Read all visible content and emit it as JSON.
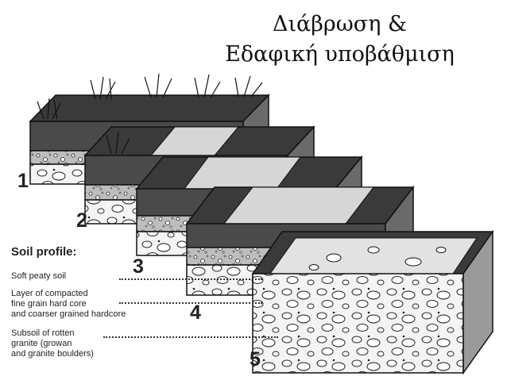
{
  "title": {
    "line1": "Διάβρωση &",
    "line2": "Εδαφική υποβάθμιση"
  },
  "steps": [
    "1",
    "2",
    "3",
    "4",
    "5"
  ],
  "legend": {
    "heading": "Soil profile:",
    "items": [
      {
        "line1": "Soft peaty soil",
        "line2": "",
        "line3": ""
      },
      {
        "line1": "Layer of compacted",
        "line2": "fine grain hard core",
        "line3": "and coarser grained hardcore"
      },
      {
        "line1": "Subsoil of rotten",
        "line2": "granite (growan",
        "line3": "and granite boulders)"
      }
    ]
  },
  "colors": {
    "peat": "#4a4a4a",
    "peat_top": "#3a3a3a",
    "compacted": "#bdbdbd",
    "subsoil": "#f2f2f2",
    "eroded_channel": "#d6d6d6",
    "outline": "#111111"
  }
}
